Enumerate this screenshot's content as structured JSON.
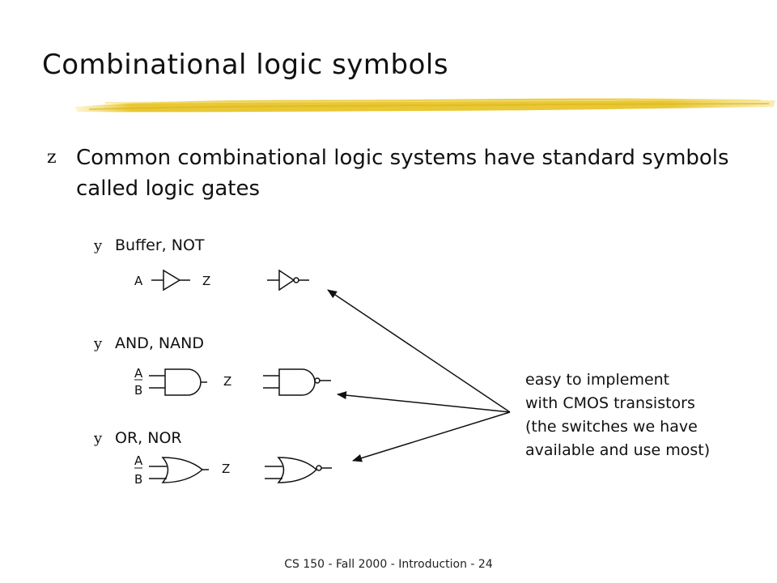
{
  "slide": {
    "title": "Combinational logic symbols",
    "footer": "CS 150 - Fall 2000 - Introduction - 24",
    "accent_color": "#e8c52a"
  },
  "bullets": {
    "main": {
      "mark": "z",
      "text": "Common combinational logic systems have standard symbols called logic gates"
    },
    "sub": [
      {
        "mark": "y",
        "text": "Buffer, NOT"
      },
      {
        "mark": "y",
        "text": "AND, NAND"
      },
      {
        "mark": "y",
        "text": "OR, NOR"
      }
    ]
  },
  "gate_labels": {
    "buffer_in": "A",
    "buffer_out": "Z",
    "and_in_a": "A",
    "and_in_b": "B",
    "and_out": "Z",
    "or_in_a": "A",
    "or_in_b": "B",
    "or_out": "Z"
  },
  "note": {
    "lines": [
      "easy to implement",
      "with CMOS transistors",
      "(the switches we have",
      "available and use most)"
    ]
  }
}
